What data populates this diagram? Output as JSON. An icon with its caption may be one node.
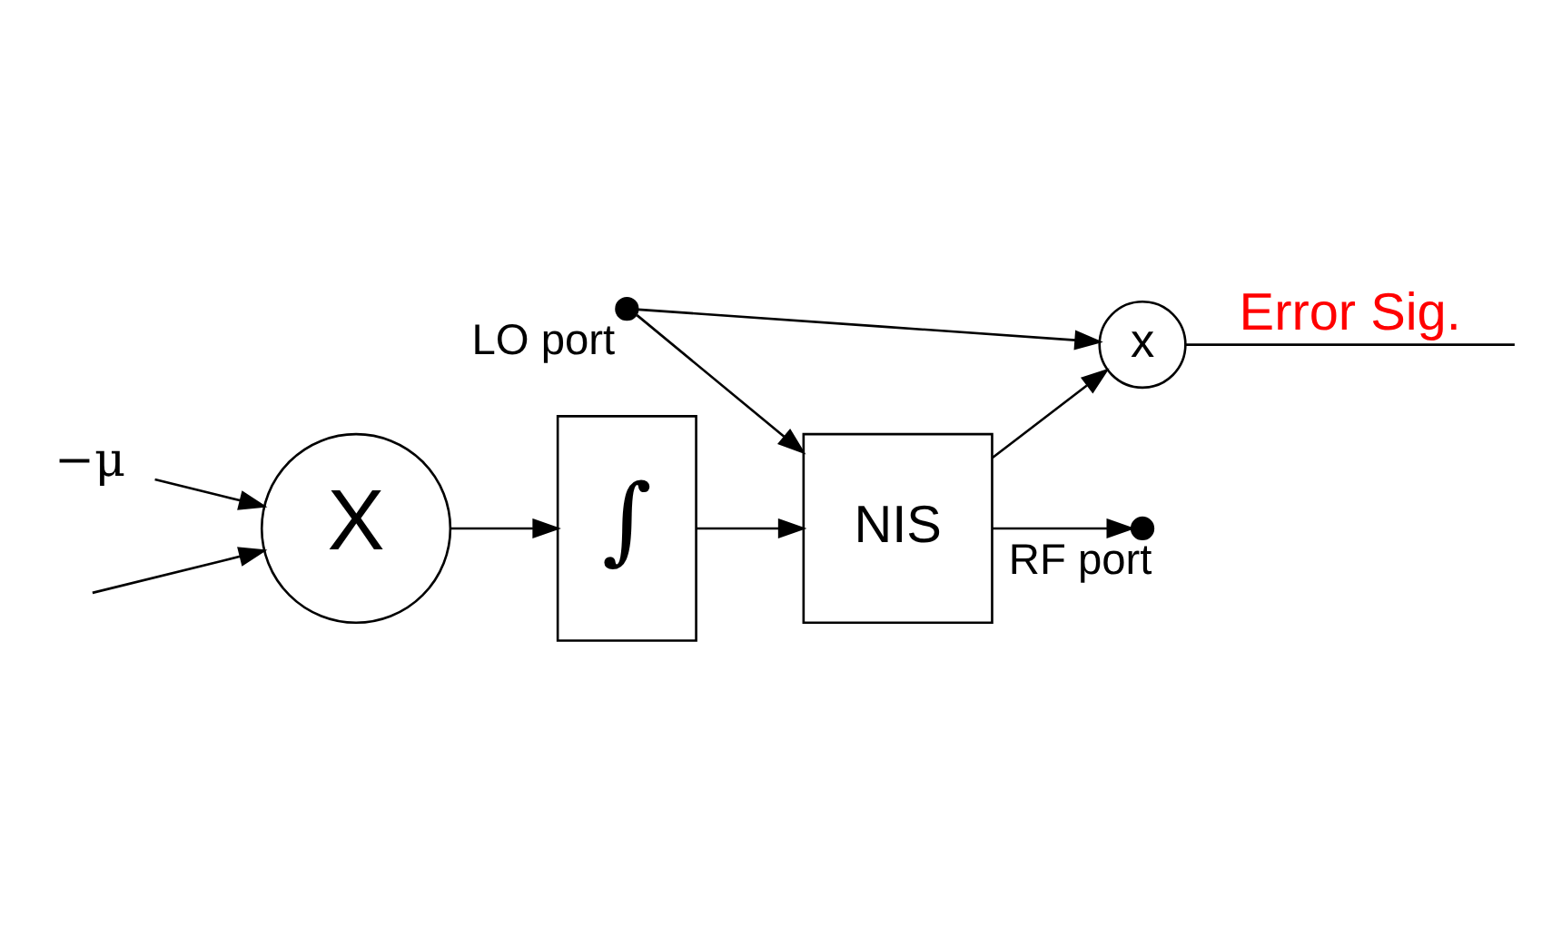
{
  "diagram": {
    "nodes": [
      {
        "text": [
          "x"
        ]
      },
      {
        "text": [],
        "shape": "circle",
        "beside": [
          "LO port"
        ]
      },
      {
        "text": [
          "NIS"
        ]
      },
      {
        "text": [],
        "shape": "circle",
        "beside": [
          "RF port"
        ]
      },
      {
        "text": [
          "∫"
        ]
      },
      {
        "text": [
          "X"
        ]
      },
      {
        "text": [
          "−μ"
        ]
      }
    ],
    "edges": [
      {
        "from": 1,
        "to": 2,
        "arrow": "to"
      },
      {
        "from": 1,
        "to": 0,
        "arrow": "to"
      },
      {
        "from": 2,
        "to": 3,
        "arrow": "to"
      },
      {
        "from": 2,
        "to": 0,
        "arrow": "to"
      },
      {
        "from": 0,
        "to": null,
        "arrow": "none",
        "label": "Error Sig.",
        "color": "#000000"
      },
      {
        "from": 6,
        "to": 5,
        "arrow": "to"
      },
      {
        "from": null,
        "to": 5,
        "arrow": "to"
      },
      {
        "from": 5,
        "to": 4,
        "arrow": "to"
      },
      {
        "from": 4,
        "to": 2,
        "arrow": "to"
      }
    ]
  }
}
